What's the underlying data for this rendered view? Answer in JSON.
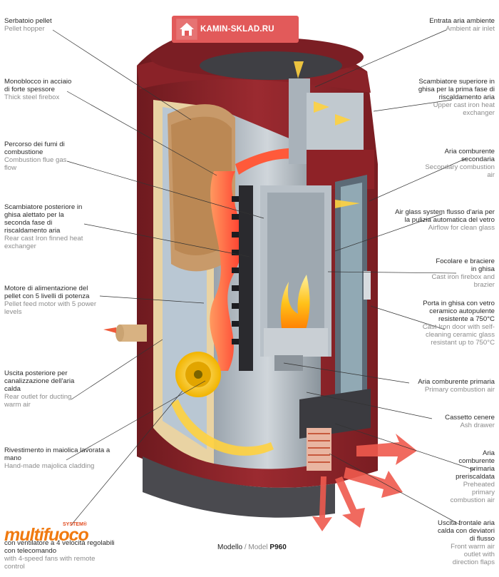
{
  "watermark": {
    "text": "KAMIN-SKLAD.RU"
  },
  "brand": {
    "system": "SYSTEM®",
    "name": "multifuoco"
  },
  "model": {
    "it": "Modello",
    "en": "Model",
    "code": "P960"
  },
  "labels_left": [
    {
      "it": "Serbatoio pellet",
      "en": "Pellet hopper"
    },
    {
      "it": "Monoblocco in acciaio di forte spessore",
      "en": "Thick steel firebox"
    },
    {
      "it": "Percorso dei fumi di combustione",
      "en": "Combustion flue gas flow"
    },
    {
      "it": "Scambiatore posteriore in ghisa alettato per la seconda fase di riscaldamento aria",
      "en": "Rear cast Iron finned heat exchanger"
    },
    {
      "it": "Motore di alimentazione del pellet con 5 livelli di potenza",
      "en": "Pellet feed motor with 5 power levels"
    },
    {
      "it": "Uscita posteriore per canalizzazione dell'aria calda",
      "en": "Rear outlet for ducting warm air"
    },
    {
      "it": "Rivestimento in maiolica lavorata a mano",
      "en": "Hand-made majolica cladding"
    },
    {
      "it": "con ventilatore a 4 velocità regolabili con telecomando",
      "en": "with 4-speed fans with remote control"
    }
  ],
  "labels_right": [
    {
      "it": "Entrata aria ambiente",
      "en": "Ambient air inlet"
    },
    {
      "it": "Scambiatore superiore in ghisa per la prima fase di riscaldamento aria",
      "en": "Upper cast iron heat exchanger"
    },
    {
      "it": "Aria comburente secondaria",
      "en": "Secondary combustion air"
    },
    {
      "it": "Air glass system flusso d'aria per la pulizia automatica del vetro",
      "en": "Airflow for clean glass"
    },
    {
      "it": "Focolare e braciere in ghisa",
      "en": "Cast iron firebox and brazier"
    },
    {
      "it": "Porta in ghisa con vetro ceramico autopulente resistente a 750°C",
      "en": "Cast Iron door with self-cleaning ceramic glass resistant up to 750°C"
    },
    {
      "it": "Aria comburente primaria",
      "en": "Primary combustion air"
    },
    {
      "it": "Cassetto cenere",
      "en": "Ash drawer"
    },
    {
      "it": "Aria comburente primaria preriscaldata",
      "en": "Preheated primary combustion air"
    },
    {
      "it": "Uscita frontale aria calda con deviatori di flusso",
      "en": "Front warm air outlet with direction flaps"
    }
  ]
}
